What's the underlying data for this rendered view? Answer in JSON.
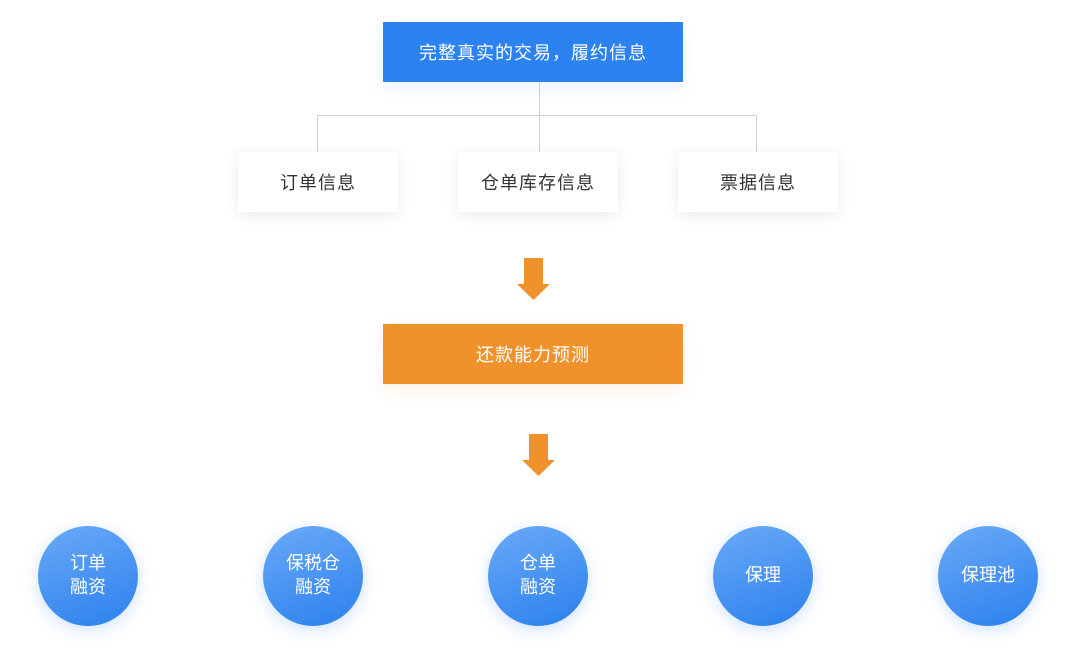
{
  "diagram": {
    "top": {
      "label": "完整真实的交易，履约信息"
    },
    "info_sources": [
      {
        "label": "订单信息"
      },
      {
        "label": "仓单库存信息"
      },
      {
        "label": "票据信息"
      }
    ],
    "middle": {
      "label": "还款能力预测"
    },
    "products": [
      {
        "lines": [
          "订单",
          "融资"
        ]
      },
      {
        "lines": [
          "保税仓",
          "融资"
        ]
      },
      {
        "lines": [
          "仓单",
          "融资"
        ]
      },
      {
        "lines": [
          "保理"
        ]
      },
      {
        "lines": [
          "保理池"
        ]
      }
    ],
    "colors": {
      "primary_blue": "#2b82f0",
      "accent_orange": "#f0922b",
      "connector_gray": "#cfcfcf",
      "info_text": "#333333"
    }
  }
}
